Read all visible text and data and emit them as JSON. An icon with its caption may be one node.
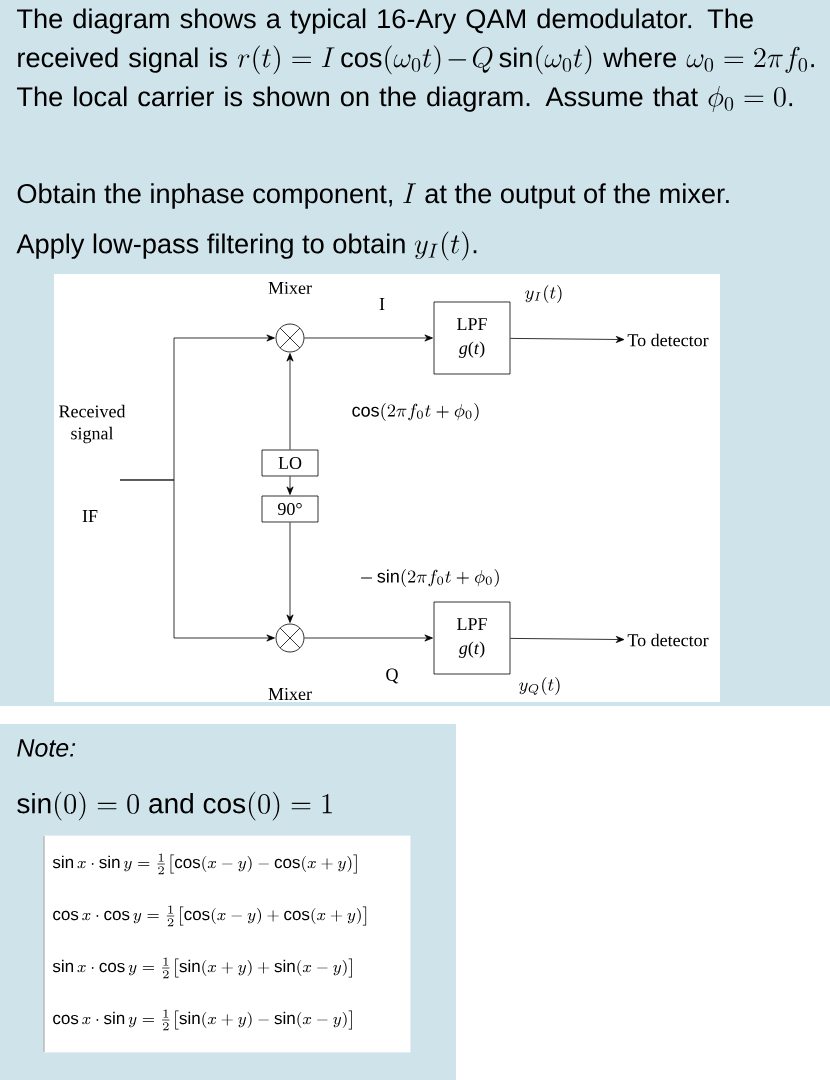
{
  "diagram": {
    "nodes": [
      {
        "text": [],
        "shape": "circle",
        "beside": [
          "Mixer"
        ]
      },
      {
        "text": [
          "LPF",
          "*g*(*t*)"
        ]
      },
      {
        "text": [
          "LO"
        ]
      },
      {
        "text": [
          "90°"
        ]
      },
      {
        "text": [],
        "shape": "circle",
        "beside": [
          "Mixer"
        ]
      },
      {
        "text": [
          "LPF",
          "*g*(*t*)"
        ]
      },
      {
        "text": [
          "To detector"
        ]
      },
      {
        "text": [
          "To detector"
        ]
      }
    ],
    "edges": [
      {
        "from": null,
        "to": 0,
        "arrow": "to"
      },
      {
        "from": null,
        "to": 4,
        "arrow": "to"
      },
      {
        "from": 0,
        "to": 1,
        "arrow": "to"
      },
      {
        "from": 1,
        "to": 6,
        "arrow": "to"
      },
      {
        "from": 2,
        "to": 0,
        "arrow": "to",
        "label": "\\cos(2\\pi f_0 t+\\phi_0)"
      },
      {
        "from": 2,
        "to": 3,
        "arrow": "to"
      },
      {
        "from": 3,
        "to": 4,
        "arrow": "to",
        "label": "-\\sin(2\\pi f_0 t+\\phi_0)"
      },
      {
        "from": 4,
        "to": 5,
        "arrow": "to",
        "label": "Q"
      },
      {
        "from": 5,
        "to": 7,
        "arrow": "to",
        "label": "y_Q(t)"
      }
    ],
    "labels": [
      "The diagram shows a typical 16-Ary QAM demodulator. The received signal is",
      "r(t) = I\\cos(\\omega_0 t) - Q\\sin(\\omega_0 t)",
      "where",
      "\\omega_0 = 2\\pi f_0",
      ". The local carrier is shown on the diagram. Assume that",
      "\\phi_0 = 0",
      ".",
      "Obtain the inphase component,",
      "I",
      "at the output of the mixer.",
      "Apply low-pass filtering to obtain",
      "y_I(t)",
      ".",
      "Received signal",
      "IF",
      "Note:",
      "\\sin(0) = 0",
      "and",
      "\\cos(0) = 1",
      "\\sin x\\cdot\\sin y=\\tfrac{1}{2}\\bigl[\\cos(x-y)-\\cos(x+y)\\bigr]",
      "\\cos x\\cdot\\cos y=\\tfrac{1}{2}\\bigl[\\cos(x-y)+\\cos(x+y)\\bigr]",
      "\\sin x\\cdot\\cos y=\\tfrac{1}{2}\\bigl[\\sin(x+y)+\\sin(x-y)\\bigr]",
      "\\cos x\\cdot\\sin y=\\tfrac{1}{2}\\bigl[\\sin(x+y)-\\sin(x-y)\\bigr]",
      "I",
      "y_I(t)"
    ]
  }
}
